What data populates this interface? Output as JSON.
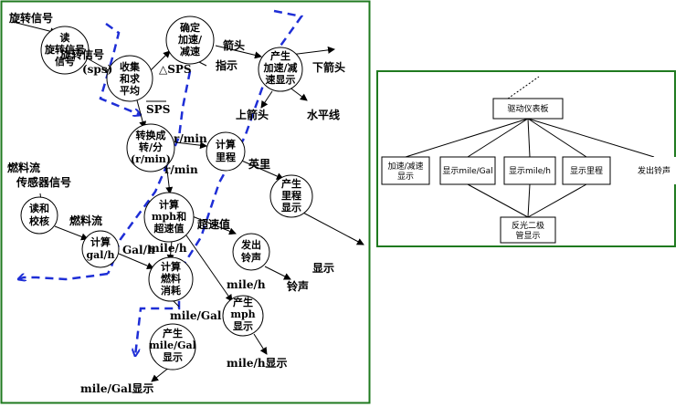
{
  "colors": {
    "panel_border": "#1f7a1f",
    "dashed_line": "#1e2ed6",
    "line": "#000000"
  },
  "left_diagram": {
    "nodes": {
      "read": [
        "读",
        "旋转信号",
        "信号"
      ],
      "collect": [
        "收集",
        "和求",
        "平均"
      ],
      "determine": [
        "确定",
        "加速/",
        "减速"
      ],
      "produce_speed": [
        "产生",
        "加速/减",
        "速显示"
      ],
      "convert": [
        "转换成",
        "转/分",
        "(r/min)"
      ],
      "calc_mileage": [
        "计算",
        "里程"
      ],
      "produce_mileage": [
        "产生",
        "里程",
        "显示"
      ],
      "read_fuel": [
        "读和",
        "校核"
      ],
      "calc_gal": [
        "计算",
        "gal/h"
      ],
      "calc_mph": [
        "计算",
        "mph和",
        "超速值"
      ],
      "calc_fuel": [
        "计算",
        "燃料",
        "消耗"
      ],
      "alarm": [
        "发出",
        "铃声"
      ],
      "produce_mph": [
        "产生",
        "mph",
        "显示"
      ],
      "produce_mpg": [
        "产生",
        "mile/Gal",
        "显示"
      ]
    },
    "flows": {
      "rotation_signal": "旋转信号",
      "rotation_signal_sps": "旋转信号",
      "sps": "(sps)",
      "delta_sps": "△SPS",
      "sps_bar": "SPS",
      "arrow": "箭头",
      "indicate": "指示",
      "down_arrow": "下箭头",
      "up_arrow": "上箭头",
      "horizontal": "水平线",
      "r_min_1": "r/min",
      "r_min_2": "r/min",
      "mileage": "英里",
      "fuel_sensor_1": "燃料流",
      "fuel_sensor_2": "传感器信号",
      "fuel_flow": "燃料流",
      "gal_h": "Gal/h",
      "overspeed": "超速值",
      "mile_h_1": "mile/h",
      "mile_h_2": "mile/h",
      "display": "显示",
      "bell": "铃声",
      "mile_gal": "mile/Gal",
      "mile_h_display": "mile/h显示",
      "mile_gal_display": "mile/Gal显示"
    }
  },
  "right_diagram": {
    "root": "驱动仪表板",
    "children": [
      "加速/减速显示",
      "显示mile/Gal",
      "显示mile/h",
      "显示里程",
      "发出铃声"
    ],
    "bottom": [
      "反光二极",
      "管显示"
    ]
  }
}
